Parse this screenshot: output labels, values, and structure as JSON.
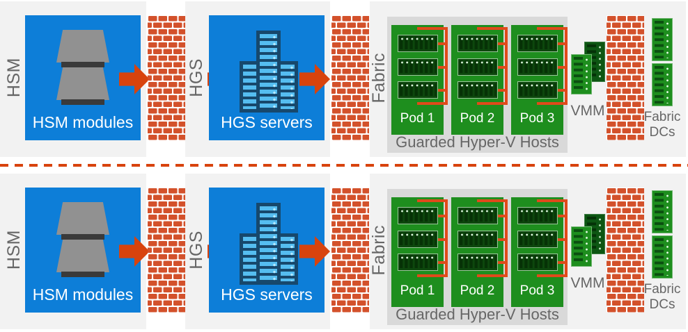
{
  "colors": {
    "accent_orange": "#d8430d",
    "bracket_orange": "#e04a1a",
    "brick_orange": "#d3512b",
    "box_blue": "#0d7ed8",
    "server_navy": "#17486c",
    "slat_blue": "#55bdf0",
    "pod_green": "#1e8e1e",
    "dark_green": "#0d5613",
    "panel_gray": "#f2f2f2",
    "container_gray": "#d9d9d9",
    "label_gray": "#666666",
    "module_gray": "#919191"
  },
  "divider": {
    "style": "red dashed horizontal line separating the two environments"
  },
  "rows": [
    {
      "hsm": {
        "zone_label": "HSM",
        "box_label": "HSM modules"
      },
      "hgs": {
        "zone_label": "HGS",
        "box_label": "HGS servers"
      },
      "fabric": {
        "zone_label": "Fabric",
        "container_label": "Guarded Hyper-V Hosts",
        "pods": [
          {
            "label": "Pod 1"
          },
          {
            "label": "Pod 2"
          },
          {
            "label": "Pod 3"
          }
        ],
        "vmm_label": "VMM",
        "dcs_label": "Fabric DCs"
      }
    },
    {
      "hsm": {
        "zone_label": "HSM",
        "box_label": "HSM modules"
      },
      "hgs": {
        "zone_label": "HGS",
        "box_label": "HGS servers"
      },
      "fabric": {
        "zone_label": "Fabric",
        "container_label": "Guarded Hyper-V Hosts",
        "pods": [
          {
            "label": "Pod 1"
          },
          {
            "label": "Pod 2"
          },
          {
            "label": "Pod 3"
          }
        ],
        "vmm_label": "VMM",
        "dcs_label": "Fabric DCs"
      }
    }
  ]
}
